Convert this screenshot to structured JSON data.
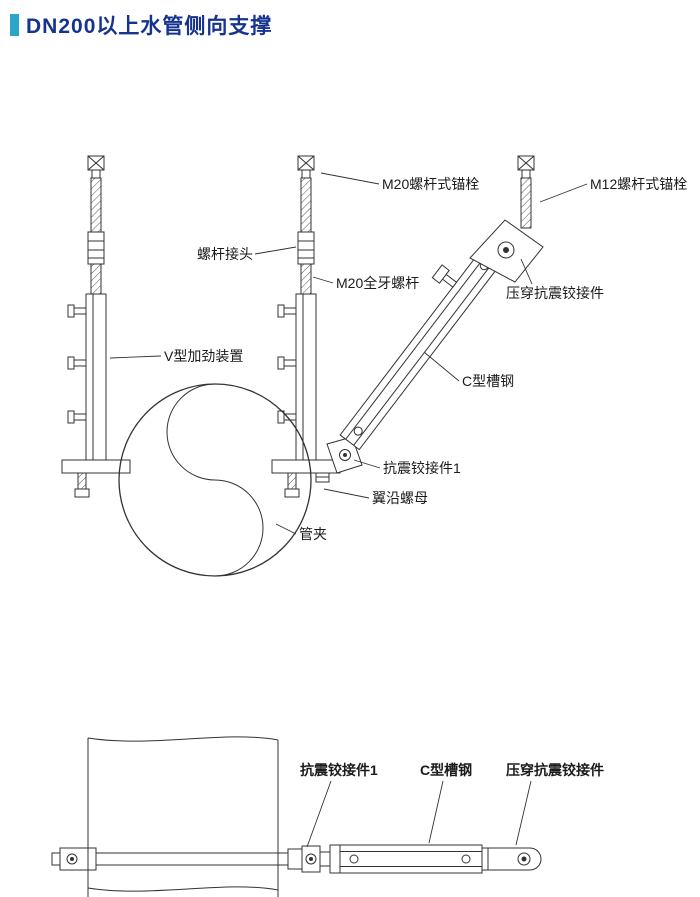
{
  "title": "DN200以上水管侧向支撑",
  "colors": {
    "accent": "#2aa7c8",
    "title_text": "#16338e",
    "line": "#333333"
  },
  "top_diagram": {
    "labels": {
      "m20_anchor": "M20螺杆式锚栓",
      "m12_anchor": "M12螺杆式锚栓",
      "rod_joint": "螺杆接头",
      "m20_full_thread_rod": "M20全牙螺杆",
      "press_through_hinge": "压穿抗震铰接件",
      "v_stiffener": "V型加劲装置",
      "c_channel": "C型槽钢",
      "seismic_hinge_1": "抗震铰接件1",
      "flange_nut": "翼沿螺母",
      "pipe_clamp": "管夹"
    }
  },
  "bottom_diagram": {
    "labels": {
      "seismic_hinge_1": "抗震铰接件1",
      "c_channel": "C型槽钢",
      "press_through_hinge": "压穿抗震铰接件"
    }
  }
}
